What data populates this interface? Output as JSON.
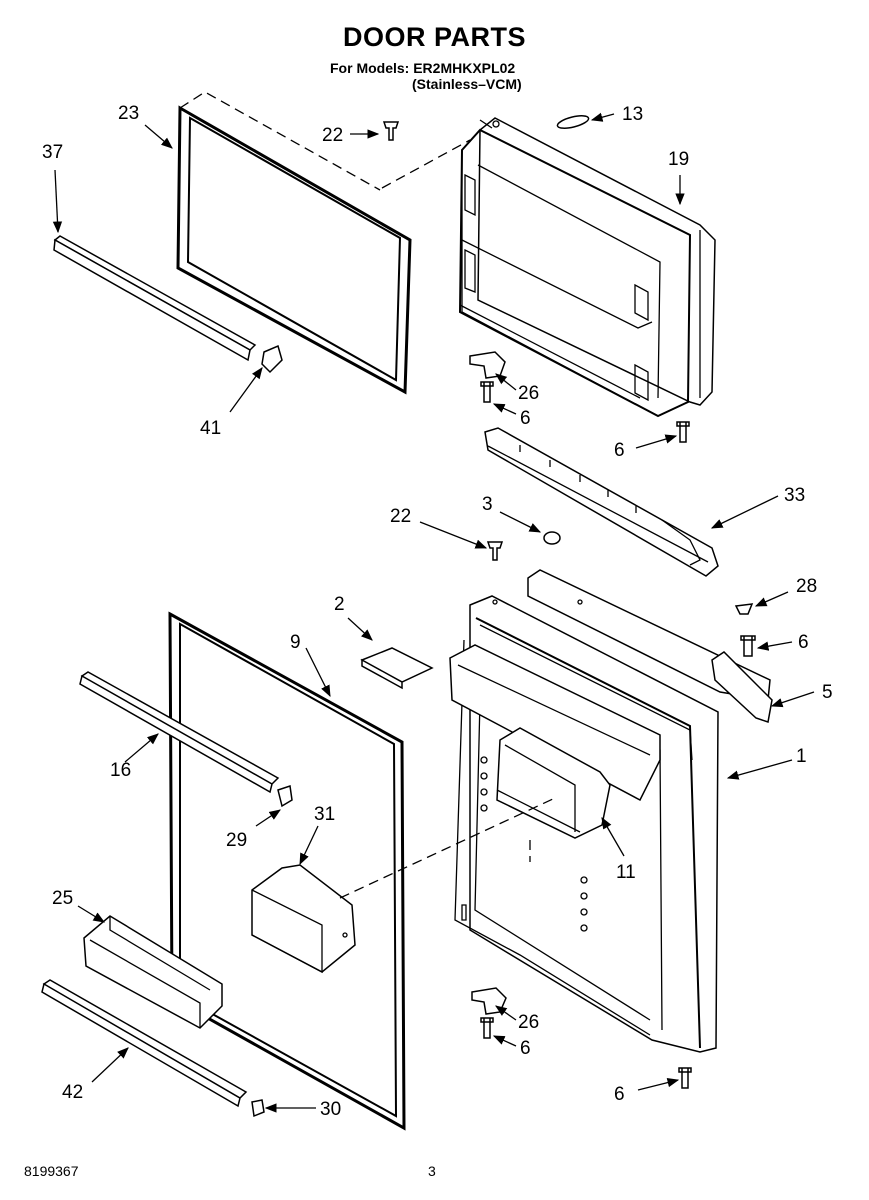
{
  "header": {
    "title": "DOOR PARTS",
    "models_line": "For Models: ER2MHKXPL02",
    "finish_line": "(Stainless–VCM)"
  },
  "footer": {
    "doc_number": "8199367",
    "page_number": "3"
  },
  "callouts": {
    "c1": "1",
    "c2": "2",
    "c3": "3",
    "c5": "5",
    "c6a": "6",
    "c6b": "6",
    "c6c": "6",
    "c6d": "6",
    "c6e": "6",
    "c9": "9",
    "c11": "11",
    "c13": "13",
    "c16": "16",
    "c19": "19",
    "c22a": "22",
    "c22b": "22",
    "c23": "23",
    "c25": "25",
    "c26a": "26",
    "c26b": "26",
    "c28": "28",
    "c29": "29",
    "c30": "30",
    "c31": "31",
    "c33": "33",
    "c37": "37",
    "c41": "41",
    "c42": "42"
  }
}
